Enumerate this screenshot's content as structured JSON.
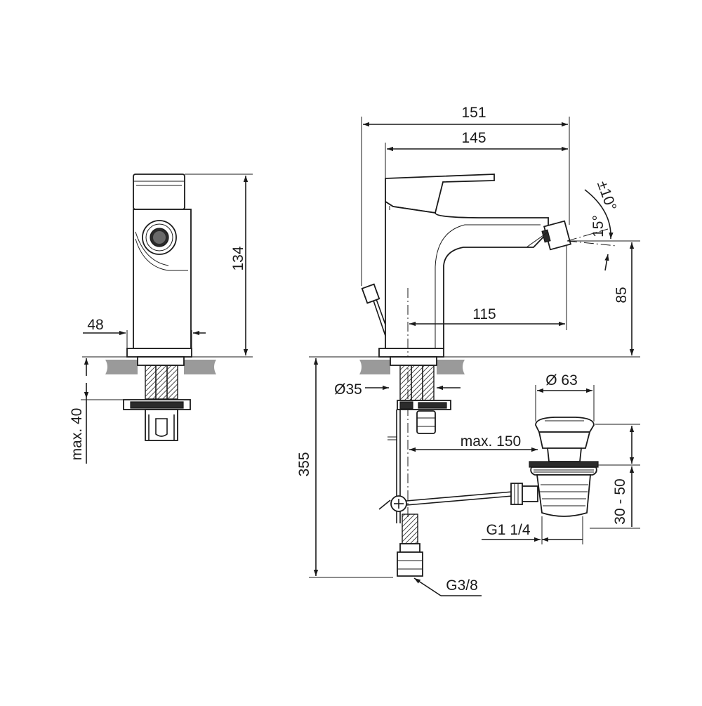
{
  "dimensions": {
    "total_length": "151",
    "spout_length": "145",
    "height_side": "134",
    "body_width": "48",
    "max_thickness": "max. 40",
    "spout_height": "85",
    "spout_reach": "115",
    "base_diameter": "Ø35",
    "waste_diameter": "Ø 63",
    "max_distance": "max. 150",
    "total_depth": "355",
    "waste_range": "30 - 50",
    "waste_thread": "G1 1/4",
    "supply_thread": "G3/8"
  },
  "angle": {
    "main": "15°",
    "tolerance": "±10°"
  }
}
